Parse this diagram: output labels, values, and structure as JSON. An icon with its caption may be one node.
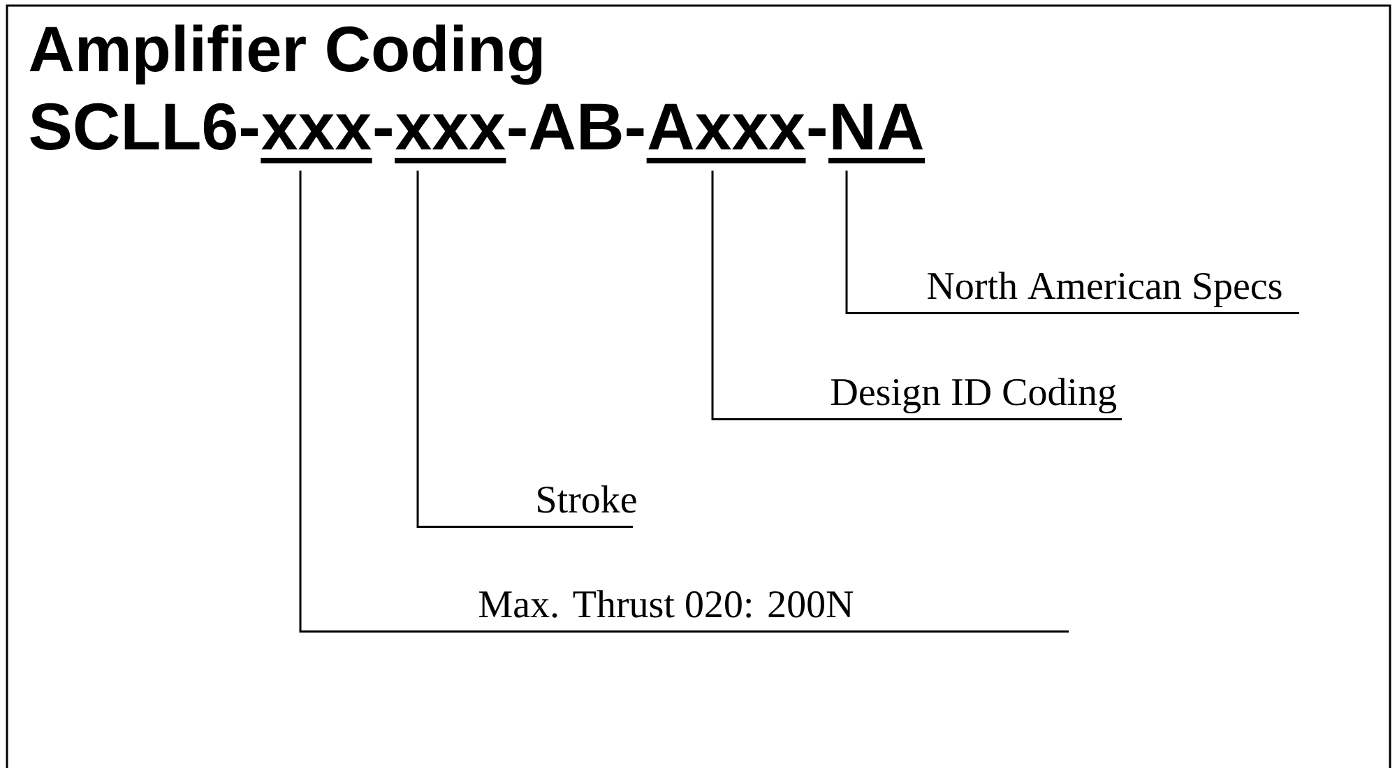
{
  "diagram": {
    "title": "Amplifier Coding",
    "nodes": [
      {
        "text": [
          "xxx"
        ]
      },
      {
        "text": [
          "xxx"
        ]
      },
      {
        "text": [
          "Axxx"
        ]
      },
      {
        "text": [
          "NA"
        ]
      },
      {
        "text": [
          "North American Specs"
        ]
      },
      {
        "text": [
          "Design ID Coding"
        ]
      },
      {
        "text": [
          "Stroke"
        ]
      },
      {
        "text": [
          "Max. Thrust 020: 200N"
        ]
      }
    ],
    "edges": [
      {
        "from": 4,
        "to": 3,
        "arrow": "none"
      },
      {
        "from": 5,
        "to": 2,
        "arrow": "none"
      },
      {
        "from": 6,
        "to": 1,
        "arrow": "none"
      },
      {
        "from": 7,
        "to": 0,
        "arrow": "none"
      }
    ],
    "labels": [
      "SCLL6-",
      "-",
      "-AB-",
      "-"
    ]
  }
}
